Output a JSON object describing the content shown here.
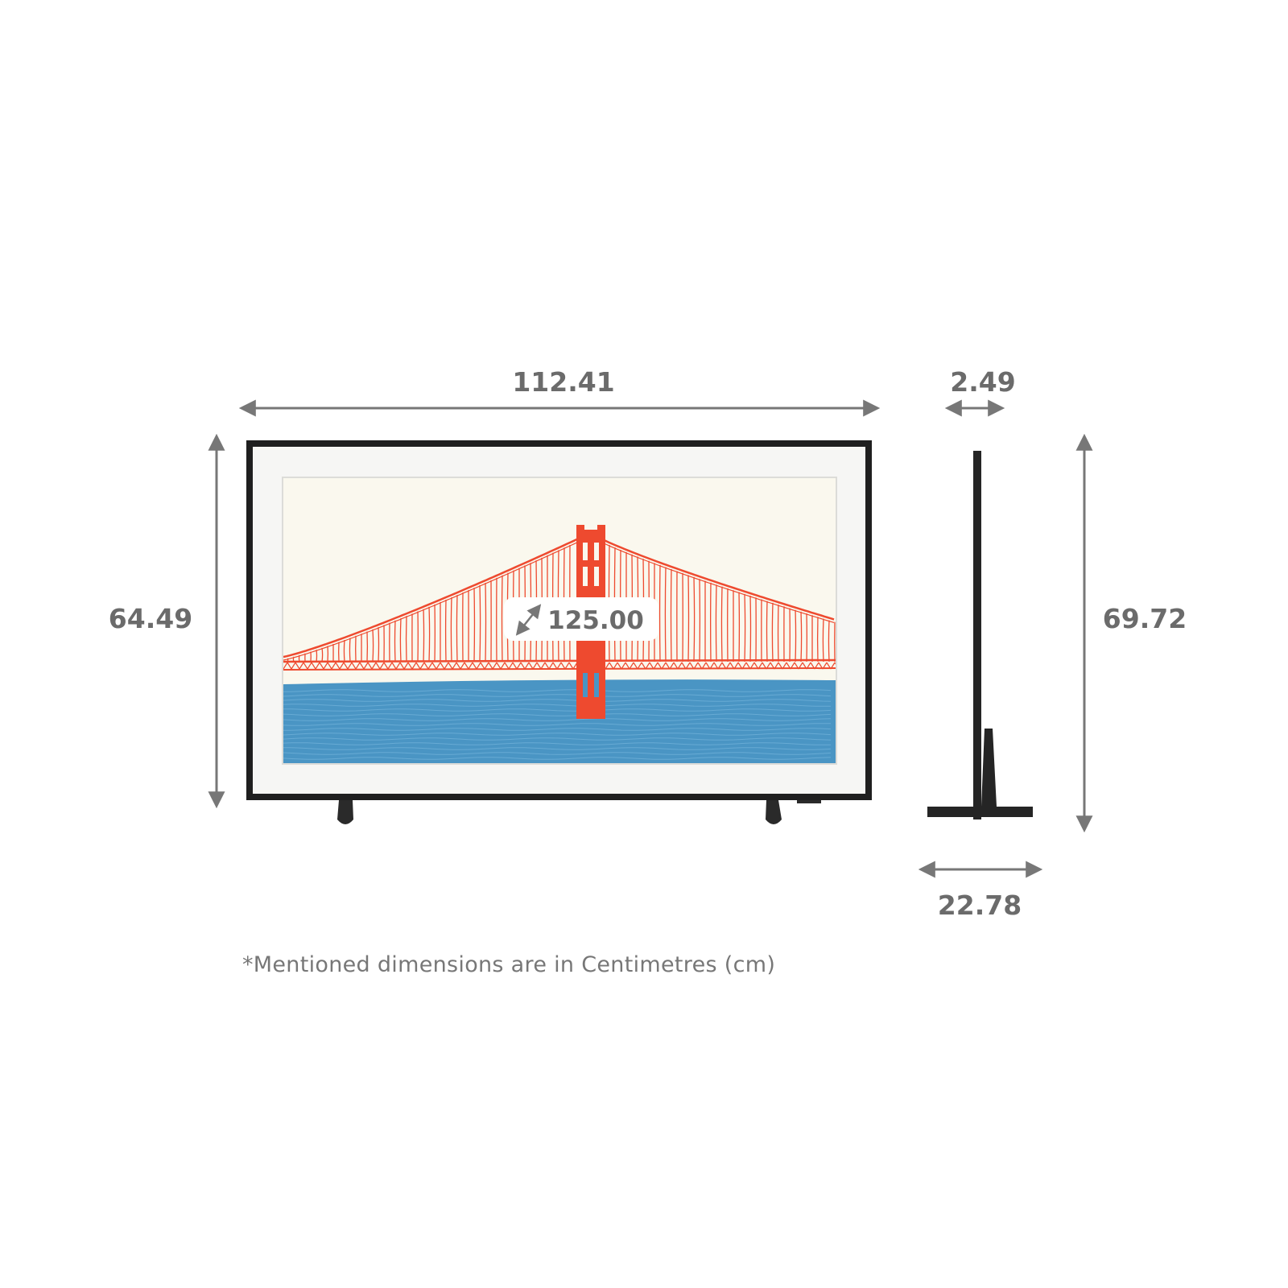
{
  "dimensions": {
    "width": "112.41",
    "height_without_stand": "64.49",
    "diagonal": "125.00",
    "depth": "2.49",
    "height_with_stand": "69.72",
    "stand_depth": "22.78"
  },
  "footnote": "*Mentioned dimensions are in Centimetres (cm)",
  "colors": {
    "bezel": "#222222",
    "mat": "#f7f7f5",
    "sky": "#faf8ee",
    "water": "#4a95c4",
    "bridge": "#ee4a2f",
    "dimension_arrow": "#777777",
    "label": "#6b6b6b"
  }
}
